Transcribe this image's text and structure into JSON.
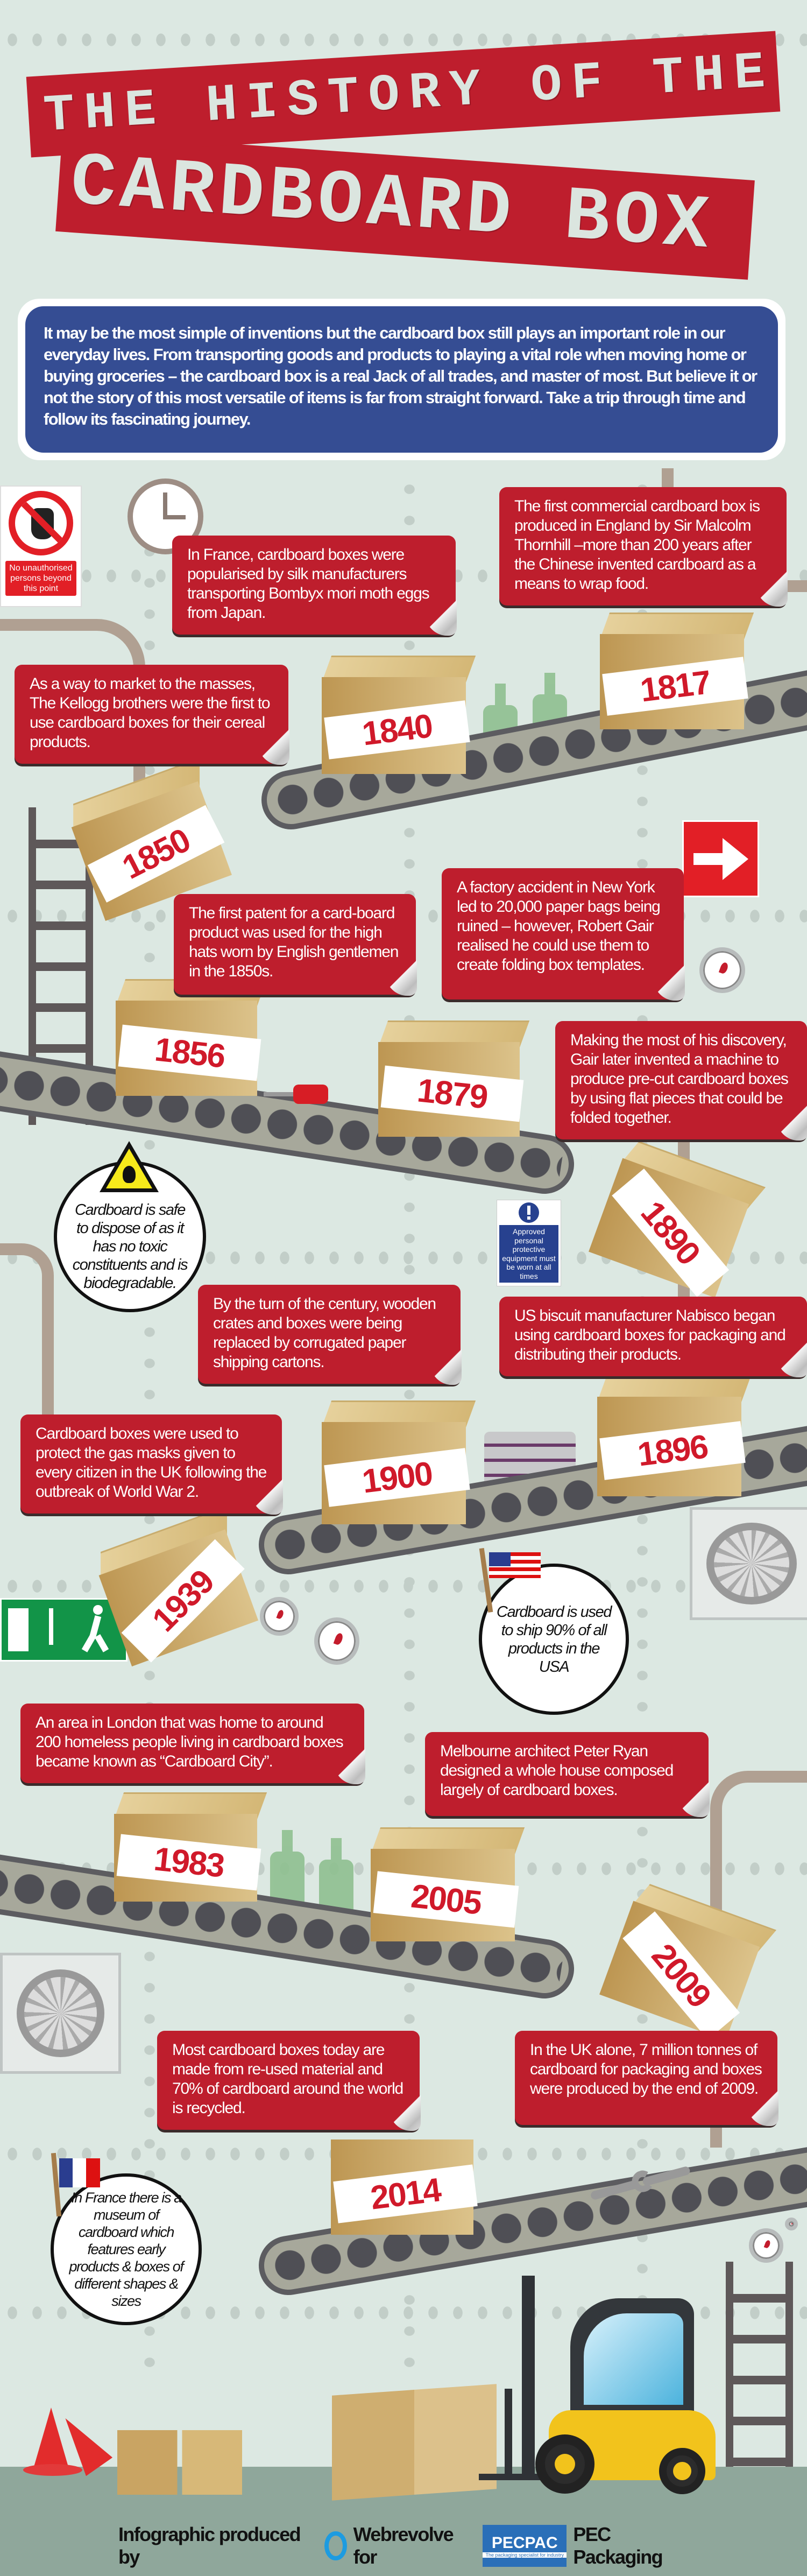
{
  "title": {
    "line1": "THE HISTORY OF THE",
    "line2": "CARDBOARD BOX"
  },
  "intro": "It may be the most simple of inventions but the cardboard box still plays an important role in our everyday lives. From transporting goods and products to playing a vital role when moving home or buying groceries – the cardboard box is a real Jack of all trades, and master of most. But believe it or not the story of this most versatile of items is far from straight forward. Take a trip through time and follow its fascinating journey.",
  "facts": [
    "The first commercial cardboard box is produced in England by Sir Malcolm Thornhill –more than 200 years after the Chinese invented cardboard as a means to wrap food.",
    "In France, cardboard boxes were popularised by silk manufacturers transporting Bombyx mori moth eggs from Japan.",
    "As a way to market to the masses, The Kellogg brothers were the first to use cardboard boxes for their cereal products.",
    "The first patent for a card-board product was used for the high hats worn by English gentlemen in the 1850s.",
    "A factory accident in New York led to 20,000 paper bags being ruined – however, Robert Gair realised he could use them to create folding box templates.",
    "Making the most of his discovery, Gair later invented a machine to produce pre-cut cardboard boxes by using flat pieces that could be folded together.",
    "US biscuit manufacturer Nabisco began using cardboard boxes for packaging and distributing their products.",
    "By the turn of the century, wooden crates and boxes were being replaced by corrugated paper shipping cartons.",
    "Cardboard boxes were used to protect the gas masks given to every citizen in the UK following the outbreak of World War 2.",
    "An area in London that was home to around 200 homeless people living in cardboard boxes became known as “Cardboard City”.",
    "Melbourne architect Peter Ryan designed a whole house composed largely of cardboard boxes.",
    "Most cardboard boxes today are made from re-used material and 70% of cardboard around the world is recycled.",
    "In the UK alone, 7 million tonnes of cardboard for packaging and boxes were produced by the end of 2009."
  ],
  "years": [
    "1817",
    "1840",
    "1850",
    "1856",
    "1879",
    "1890",
    "1896",
    "1900",
    "1939",
    "1983",
    "2005",
    "2009",
    "2014"
  ],
  "circles": {
    "safe": "Cardboard is safe to dispose of as it has no toxic constituents and is biodegradable.",
    "usa": "Cardboard is used to ship 90% of all products in the USA",
    "france": "In France there is a museum of cardboard which features early products & boxes of different shapes & sizes"
  },
  "signs": {
    "no_entry": "No unauthorised persons beyond this point",
    "ppe": "Approved personal protective equipment must be worn at all times"
  },
  "footer": {
    "produced_by": "Infographic produced by",
    "agency": "Webrevolve for",
    "client_logo": "PECPAC",
    "client_logo_tagline": "The packaging specialist for industry",
    "client": "PEC Packaging"
  },
  "colors": {
    "background": "#dce8e2",
    "red": "#be1e2d",
    "blue": "#354d93",
    "cardboard": "#c9a463",
    "forklift": "#f2c31c"
  }
}
